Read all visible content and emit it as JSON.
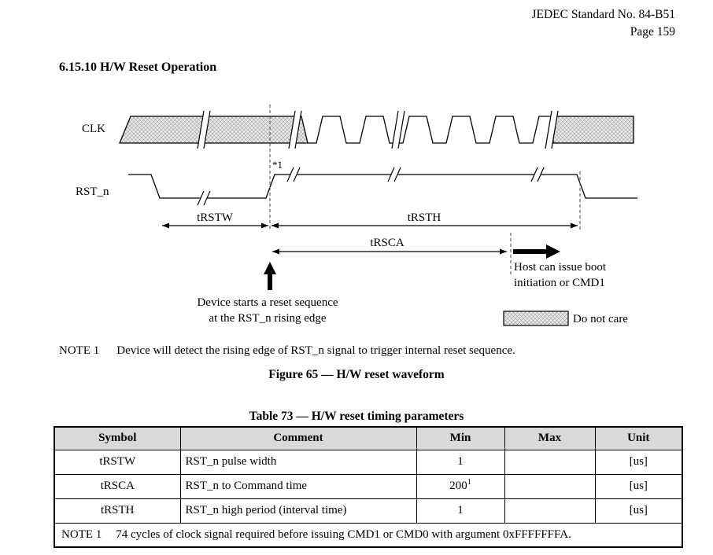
{
  "colors": {
    "table_header_bg": "#d9d9d9",
    "hatch_fill": "#ebebeb",
    "hatch_line": "#9b9b9b"
  },
  "header": {
    "line1": "JEDEC Standard No. 84-B51",
    "line2": "Page 159"
  },
  "section": {
    "heading": "6.15.10 H/W Reset Operation"
  },
  "diagram": {
    "clk_label": "CLK",
    "rst_label": "RST_n",
    "edge_note": "*1",
    "trstw_label": "tRSTW",
    "trsth_label": "tRSTH",
    "trsca_label": "tRSCA",
    "host_text_line1": "Host can issue boot",
    "host_text_line2": "initiation or CMD1",
    "device_text_line1": "Device starts a reset sequence",
    "device_text_line2": "at the RST_n rising edge",
    "do_not_care_label": "Do not care"
  },
  "note1": {
    "label": "NOTE 1",
    "text": "Device will detect the rising edge of RST_n signal to trigger internal reset sequence."
  },
  "figure_caption": "Figure 65 — H/W reset waveform",
  "table": {
    "title": "Table 73 — H/W reset timing parameters",
    "headers": [
      "Symbol",
      "Comment",
      "Min",
      "Max",
      "Unit"
    ],
    "rows": [
      {
        "symbol": "tRSTW",
        "comment": "RST_n pulse width",
        "min": "1",
        "min_sup": "",
        "max": "",
        "unit": "[us]"
      },
      {
        "symbol": "tRSCA",
        "comment": "RST_n to Command time",
        "min": "200",
        "min_sup": "1",
        "max": "",
        "unit": "[us]"
      },
      {
        "symbol": "tRSTH",
        "comment": "RST_n high period (interval time)",
        "min": "1",
        "min_sup": "",
        "max": "",
        "unit": "[us]"
      }
    ],
    "note": {
      "label": "NOTE 1",
      "text": "74 cycles of clock signal required before issuing CMD1 or CMD0 with argument 0xFFFFFFFA."
    }
  }
}
